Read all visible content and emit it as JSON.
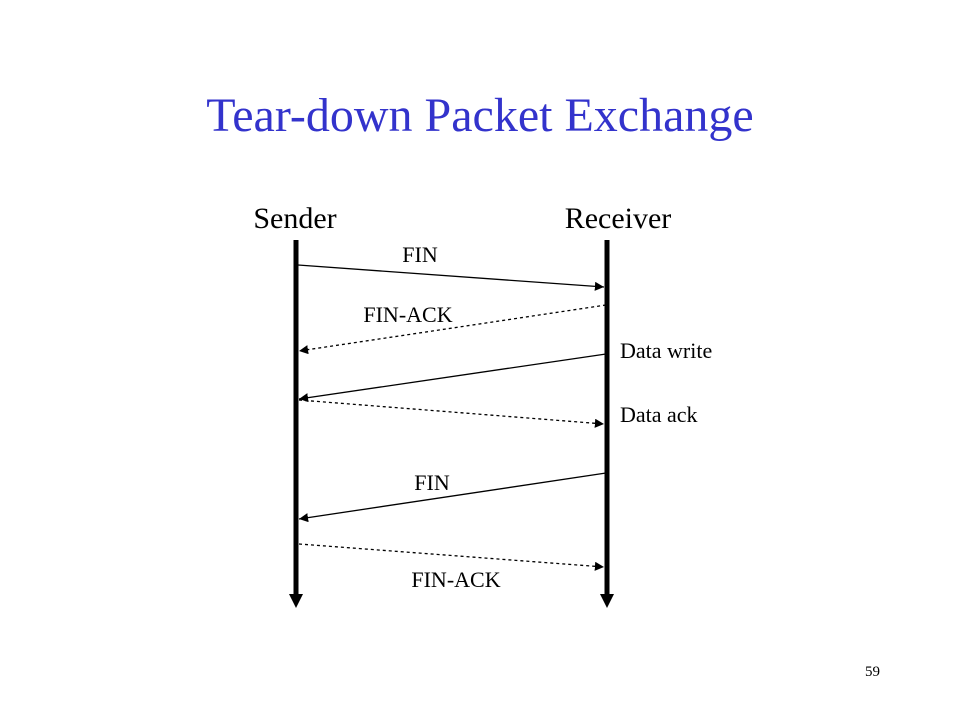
{
  "slide": {
    "title": "Tear-down Packet Exchange",
    "page_number": "59",
    "title_color": "#3333cc"
  },
  "actors": {
    "sender": "Sender",
    "receiver": "Receiver"
  },
  "messages": [
    {
      "label": "FIN",
      "from": "sender",
      "to": "receiver",
      "style": "solid"
    },
    {
      "label": "FIN-ACK",
      "from": "receiver",
      "to": "sender",
      "style": "dashed"
    },
    {
      "label": "",
      "from": "receiver",
      "to": "sender",
      "style": "solid"
    },
    {
      "label": "",
      "from": "sender",
      "to": "receiver",
      "style": "dashed"
    },
    {
      "label": "FIN",
      "from": "receiver",
      "to": "sender",
      "style": "solid"
    },
    {
      "label": "FIN-ACK",
      "from": "sender",
      "to": "receiver",
      "style": "dashed"
    }
  ],
  "notes": {
    "data_write": "Data write",
    "data_ack": "Data ack"
  }
}
